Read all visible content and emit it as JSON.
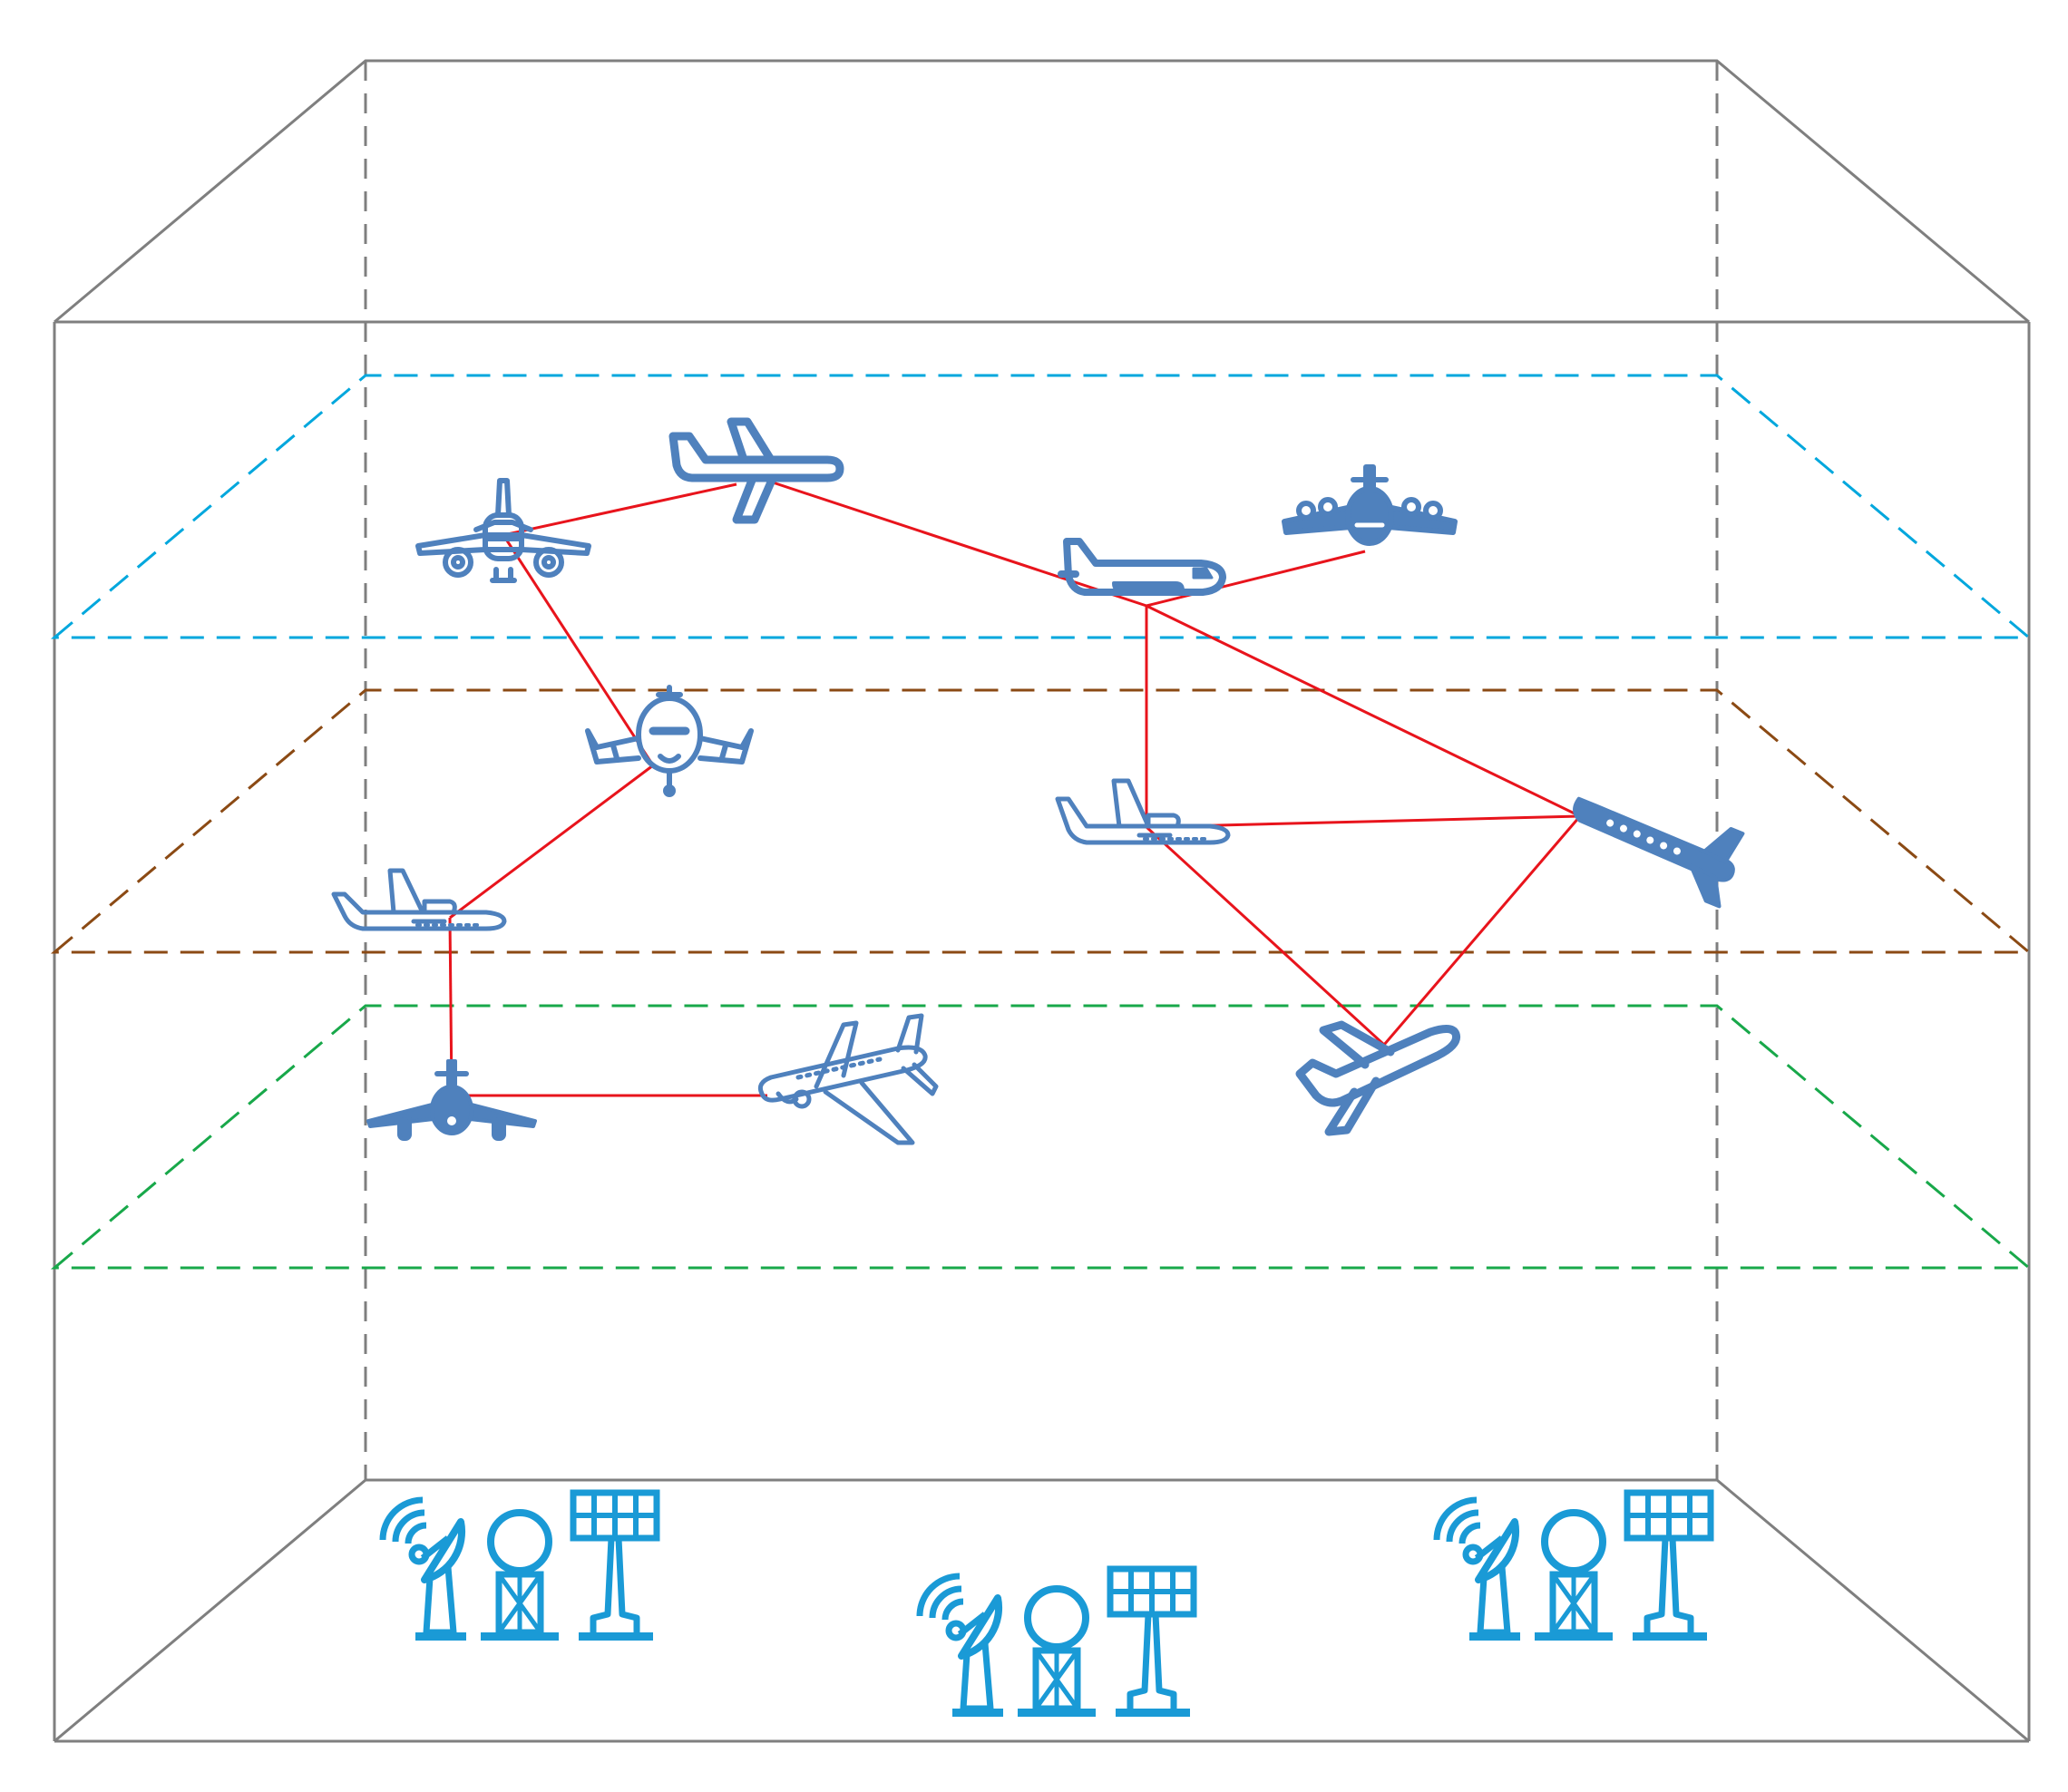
{
  "colors": {
    "box": "#7f7f7f",
    "layer_top": "#00a7dd",
    "layer_middle": "#8b4a14",
    "layer_bottom": "#18a84a",
    "link": "#e8141c",
    "aircraft": "#4f81bd",
    "ground_station": "#1a9ad6"
  },
  "layers": [
    {
      "name": "layer-top",
      "color_key": "layer_top"
    },
    {
      "name": "layer-middle",
      "color_key": "layer_middle"
    },
    {
      "name": "layer-bottom",
      "color_key": "layer_bottom"
    }
  ],
  "aircraft": [
    {
      "id": "a1",
      "icon": "airliner-front-icon",
      "layer": "top"
    },
    {
      "id": "a2",
      "icon": "plane-side-icon",
      "layer": "top"
    },
    {
      "id": "a3",
      "icon": "cargo-plane-icon",
      "layer": "top"
    },
    {
      "id": "a4",
      "icon": "turboprop-front-icon",
      "layer": "top"
    },
    {
      "id": "a5",
      "icon": "small-plane-front-icon",
      "layer": "middle"
    },
    {
      "id": "a6",
      "icon": "jet-side-icon",
      "layer": "middle"
    },
    {
      "id": "a7",
      "icon": "jet-side-icon",
      "layer": "middle"
    },
    {
      "id": "a8",
      "icon": "jet-banking-icon",
      "layer": "middle"
    },
    {
      "id": "a9",
      "icon": "military-jet-front-icon",
      "layer": "bottom"
    },
    {
      "id": "a10",
      "icon": "airliner-perspective-icon",
      "layer": "bottom"
    },
    {
      "id": "a11",
      "icon": "plane-takeoff-icon",
      "layer": "bottom"
    }
  ],
  "links": [
    [
      "a1",
      "a2"
    ],
    [
      "a2",
      "a3"
    ],
    [
      "a3",
      "a4"
    ],
    [
      "a1",
      "a5"
    ],
    [
      "a5",
      "a6"
    ],
    [
      "a6",
      "a9"
    ],
    [
      "a9",
      "a10"
    ],
    [
      "a3",
      "a7"
    ],
    [
      "a3",
      "a8"
    ],
    [
      "a7",
      "a8"
    ],
    [
      "a7",
      "a11"
    ],
    [
      "a8",
      "a11"
    ]
  ],
  "ground_stations": [
    {
      "id": "g1",
      "icons": [
        "satellite-dish-icon",
        "radar-dome-icon",
        "solar-panel-icon"
      ]
    },
    {
      "id": "g2",
      "icons": [
        "satellite-dish-icon",
        "radar-dome-icon",
        "solar-panel-icon"
      ]
    },
    {
      "id": "g3",
      "icons": [
        "satellite-dish-icon",
        "radar-dome-icon",
        "solar-panel-icon"
      ]
    }
  ]
}
